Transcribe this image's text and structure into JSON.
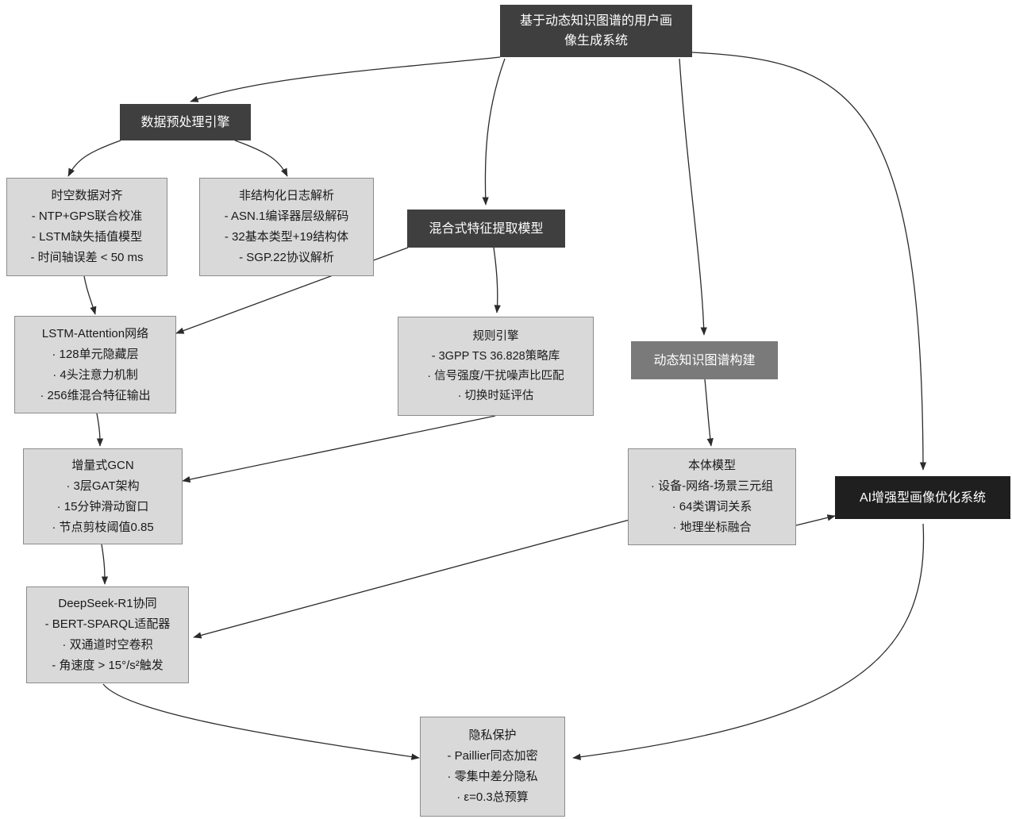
{
  "diagram": {
    "title": "基于动态知识图谱的用户画像生成系统",
    "colors": {
      "dark": "#3f3f3f",
      "black": "#1f1f1f",
      "mid": "#7a7a7a",
      "light_fill": "#d9d9d9",
      "light_border": "#8c8c8c",
      "edge": "#2b2b2b",
      "background": "#ffffff"
    },
    "nodes": {
      "root": {
        "label_line1": "基于动态知识图谱的用户画",
        "label_line2": "像生成系统"
      },
      "preprocess": {
        "label": "数据预处理引擎"
      },
      "spatiotemporal": {
        "title": "时空数据对齐",
        "items": [
          "- NTP+GPS联合校准",
          "- LSTM缺失插值模型",
          "- 时间轴误差 < 50 ms"
        ]
      },
      "log_parsing": {
        "title": "非结构化日志解析",
        "items": [
          "- ASN.1编译器层级解码",
          "- 32基本类型+19结构体",
          "- SGP.22协议解析"
        ]
      },
      "hybrid_feature": {
        "label": "混合式特征提取模型"
      },
      "lstm_attention": {
        "title": "LSTM-Attention网络",
        "items": [
          "· 128单元隐藏层",
          "· 4头注意力机制",
          "· 256维混合特征输出"
        ]
      },
      "rule_engine": {
        "title": "规则引擎",
        "items": [
          "- 3GPP TS 36.828策略库",
          "· 信号强度/干扰噪声比匹配",
          "· 切换时延评估"
        ]
      },
      "dynamic_kg": {
        "label": "动态知识图谱构建"
      },
      "incremental_gcn": {
        "title": "增量式GCN",
        "items": [
          "· 3层GAT架构",
          "· 15分钟滑动窗口",
          "· 节点剪枝阈值0.85"
        ]
      },
      "ontology_model": {
        "title": "本体模型",
        "items": [
          "· 设备-网络-场景三元组",
          "· 64类谓词关系",
          "· 地理坐标融合"
        ]
      },
      "ai_optimizer": {
        "label": "AI增强型画像优化系统"
      },
      "deepseek": {
        "title": "DeepSeek-R1协同",
        "items": [
          "- BERT-SPARQL适配器",
          "· 双通道时空卷积",
          "- 角速度 > 15°/s²触发"
        ]
      },
      "privacy": {
        "title": "隐私保护",
        "items": [
          "- Paillier同态加密",
          "· 零集中差分隐私",
          "· ε=0.3总预算"
        ]
      }
    },
    "edges": [
      {
        "from": "root",
        "to": "preprocess"
      },
      {
        "from": "root",
        "to": "hybrid_feature"
      },
      {
        "from": "root",
        "to": "dynamic_kg"
      },
      {
        "from": "root",
        "to": "ai_optimizer"
      },
      {
        "from": "preprocess",
        "to": "spatiotemporal"
      },
      {
        "from": "preprocess",
        "to": "log_parsing"
      },
      {
        "from": "spatiotemporal",
        "to": "lstm_attention"
      },
      {
        "from": "hybrid_feature",
        "to": "lstm_attention"
      },
      {
        "from": "hybrid_feature",
        "to": "rule_engine"
      },
      {
        "from": "lstm_attention",
        "to": "incremental_gcn"
      },
      {
        "from": "rule_engine",
        "to": "incremental_gcn"
      },
      {
        "from": "dynamic_kg",
        "to": "ontology_model"
      },
      {
        "from": "incremental_gcn",
        "to": "deepseek"
      },
      {
        "from": "ontology_model",
        "to": "deepseek"
      },
      {
        "from": "ontology_model",
        "to": "ai_optimizer"
      },
      {
        "from": "deepseek",
        "to": "privacy"
      },
      {
        "from": "ai_optimizer",
        "to": "privacy"
      }
    ]
  }
}
